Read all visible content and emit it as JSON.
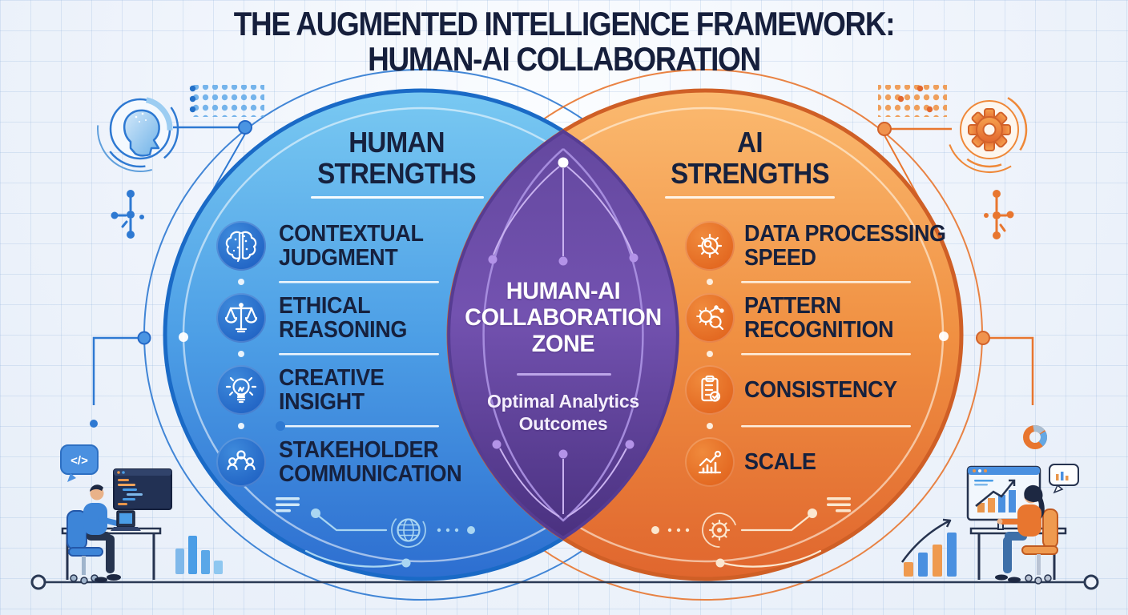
{
  "title": {
    "line1": "THE AUGMENTED INTELLIGENCE FRAMEWORK:",
    "line2": "HUMAN-AI COLLABORATION"
  },
  "human": {
    "heading_line1": "HUMAN",
    "heading_line2": "STRENGTHS",
    "accent_color": "#2e79d2",
    "items": [
      {
        "line1": "CONTEXTUAL",
        "line2": "JUDGMENT",
        "icon": "brain-icon"
      },
      {
        "line1": "ETHICAL",
        "line2": "REASONING",
        "icon": "scales-icon"
      },
      {
        "line1": "CREATIVE",
        "line2": "INSIGHT",
        "icon": "lightbulb-icon"
      },
      {
        "line1": "STAKEHOLDER",
        "line2": "COMMUNICATION",
        "icon": "people-icon"
      }
    ]
  },
  "ai": {
    "heading_line1": "AI",
    "heading_line2": "STRENGTHS",
    "accent_color": "#e8762f",
    "items": [
      {
        "line1": "DATA PROCESSING",
        "line2": "SPEED",
        "icon": "gear-wrench-icon"
      },
      {
        "line1": "PATTERN",
        "line2": "RECOGNITION",
        "icon": "gear-magnifier-icon"
      },
      {
        "line1": "CONSISTENCY",
        "line2": "",
        "icon": "clipboard-check-icon"
      },
      {
        "line1": "SCALE",
        "line2": "",
        "icon": "growth-chart-icon"
      }
    ]
  },
  "overlap": {
    "line1": "HUMAN-AI",
    "line2": "COLLABORATION",
    "line3": "ZONE",
    "subtitle_line1": "Optimal Analytics",
    "subtitle_line2": "Outcomes",
    "accent_color": "#6f4bb2"
  },
  "decor": {
    "code_bubble_label": "</>",
    "background_color": "#eef3fb",
    "title_color": "#161f3c"
  }
}
